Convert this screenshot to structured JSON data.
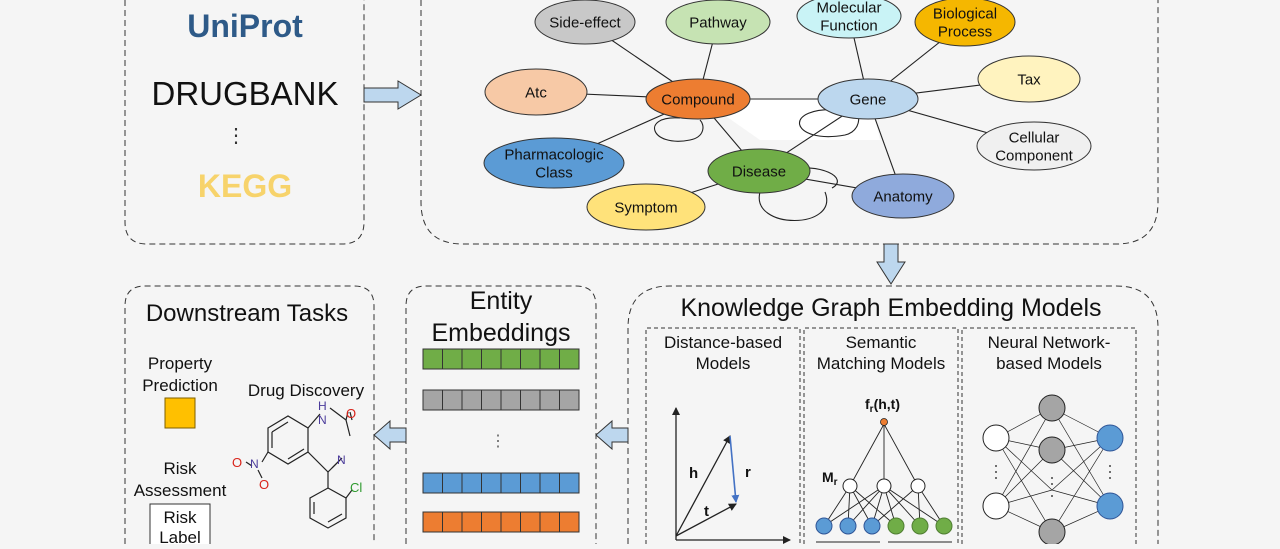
{
  "sources": {
    "uniprot": "UniProt",
    "drugbank": "DRUGBANK",
    "dots": "⋮",
    "kegg": "KEGG",
    "colors": {
      "uniprot": "#2e5a88",
      "kegg": "#f7d36b"
    }
  },
  "graph": {
    "nodes": [
      {
        "id": "side-effect",
        "lines": [
          "Side-effect"
        ],
        "color": "#c8c8c8"
      },
      {
        "id": "pathway",
        "lines": [
          "Pathway"
        ],
        "color": "#c6e3b3"
      },
      {
        "id": "molecular-function",
        "lines": [
          "Molecular",
          "Function"
        ],
        "color": "#c9f3f6"
      },
      {
        "id": "biological-process",
        "lines": [
          "Biological",
          "Process"
        ],
        "color": "#f5b700"
      },
      {
        "id": "tax",
        "lines": [
          "Tax"
        ],
        "color": "#fff3bf"
      },
      {
        "id": "atc",
        "lines": [
          "Atc"
        ],
        "color": "#f7c9a6"
      },
      {
        "id": "compound",
        "lines": [
          "Compound"
        ],
        "color": "#ed7d31"
      },
      {
        "id": "gene",
        "lines": [
          "Gene"
        ],
        "color": "#bcd7ee"
      },
      {
        "id": "cellular-component",
        "lines": [
          "Cellular",
          "Component"
        ],
        "color": "#f0f0f0"
      },
      {
        "id": "pharmacologic-class",
        "lines": [
          "Pharmacologic",
          "Class"
        ],
        "color": "#5b9bd5"
      },
      {
        "id": "disease",
        "lines": [
          "Disease"
        ],
        "color": "#70ad47"
      },
      {
        "id": "symptom",
        "lines": [
          "Symptom"
        ],
        "color": "#ffe27a"
      },
      {
        "id": "anatomy",
        "lines": [
          "Anatomy"
        ],
        "color": "#8faadc"
      }
    ]
  },
  "kge": {
    "title": "Knowledge Graph Embedding Models",
    "distance": {
      "title1": "Distance-based",
      "title2": "Models",
      "h": "h",
      "r": "r",
      "t": "t"
    },
    "semantic": {
      "title1": "Semantic",
      "title2": "Matching Models",
      "f_main": "f",
      "f_sub": "r",
      "f_args": "(h,t)",
      "m_main": "M",
      "m_sub": "r"
    },
    "neural": {
      "title1": "Neural Network-",
      "title2": "based Models"
    }
  },
  "embeddings": {
    "title1": "Entity",
    "title2": "Embeddings",
    "dots": "⋮",
    "rows": [
      {
        "color": "#70ad47"
      },
      {
        "color": "#a5a5a5"
      },
      {
        "color": "#5b9bd5"
      },
      {
        "color": "#ed7d31"
      }
    ]
  },
  "downstream": {
    "title": "Downstream Tasks",
    "property1": "Property",
    "property2": "Prediction",
    "drug_discovery": "Drug Discovery",
    "risk1": "Risk",
    "risk2": "Assessment",
    "risk_label1": "Risk",
    "risk_label2": "Label",
    "atoms": {
      "h": "H",
      "n1": "N",
      "o1": "O",
      "n2": "N",
      "no2_o1": "O",
      "no2_n": "N",
      "no2_o2": "O",
      "cl": "Cl"
    },
    "colors": {
      "property_box": "#ffc000"
    }
  }
}
